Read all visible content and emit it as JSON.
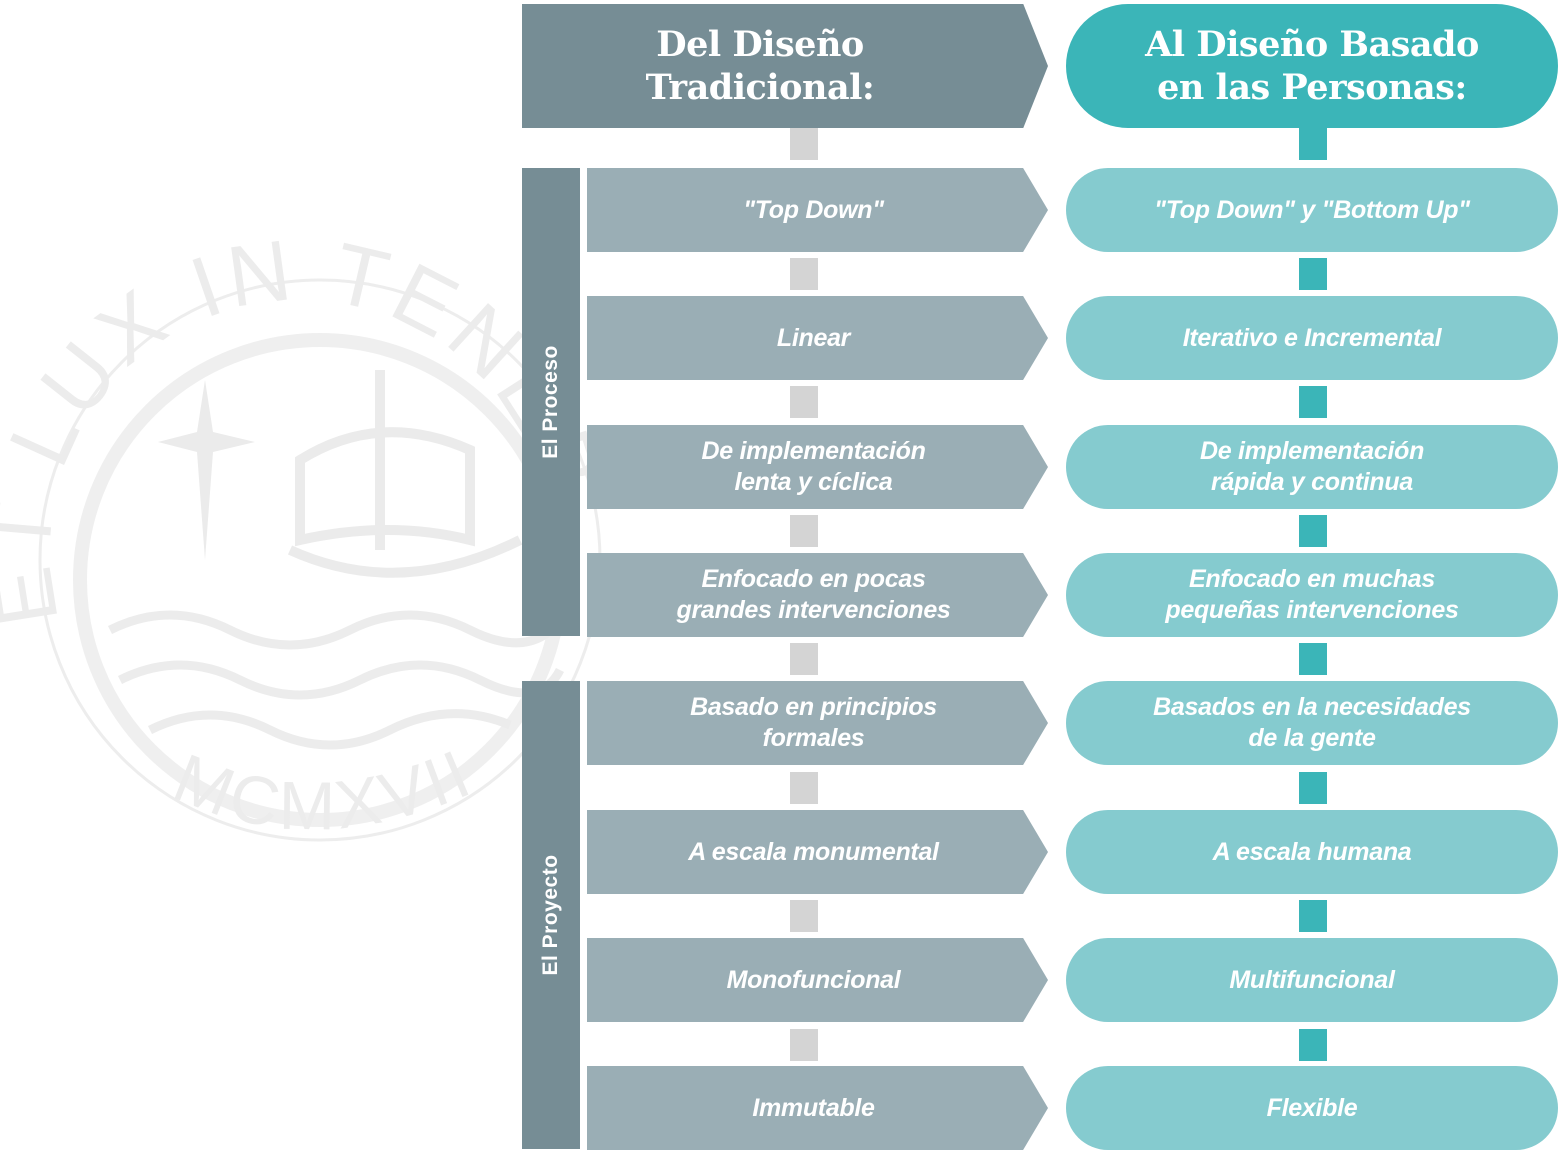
{
  "colors": {
    "header_left": "#768d95",
    "header_right": "#3bb5b8",
    "cell_left": "#9aaeb5",
    "cell_right": "#85cbcf",
    "connector_left": "#d4d4d4",
    "connector_right": "#3bb5b8",
    "watermark": "#ececec"
  },
  "watermark": {
    "motto": "ET LUX IN TENEBRIS",
    "year": "MCMXVII"
  },
  "headers": {
    "left_line1": "Del Diseño",
    "left_line2": "Tradicional:",
    "right_line1": "Al Diseño Basado",
    "right_line2": "en las Personas:"
  },
  "groups": {
    "proceso": "El Proceso",
    "proyecto": "El Proyecto"
  },
  "rows": [
    {
      "left": "\"Top Down\"",
      "right": "\"Top Down\" y \"Bottom Up\""
    },
    {
      "left": "Linear",
      "right": "Iterativo e Incremental"
    },
    {
      "left": "De implementación\nlenta y cíclica",
      "right": "De implementación\nrápida y continua"
    },
    {
      "left": "Enfocado en pocas\ngrandes intervenciones",
      "right": "Enfocado en muchas\npequeñas intervenciones"
    },
    {
      "left": "Basado en principios\nformales",
      "right": "Basados en la necesidades\nde la gente"
    },
    {
      "left": "A escala monumental",
      "right": "A escala humana"
    },
    {
      "left": "Monofuncional",
      "right": "Multifuncional"
    },
    {
      "left": "Immutable",
      "right": "Flexible"
    }
  ]
}
